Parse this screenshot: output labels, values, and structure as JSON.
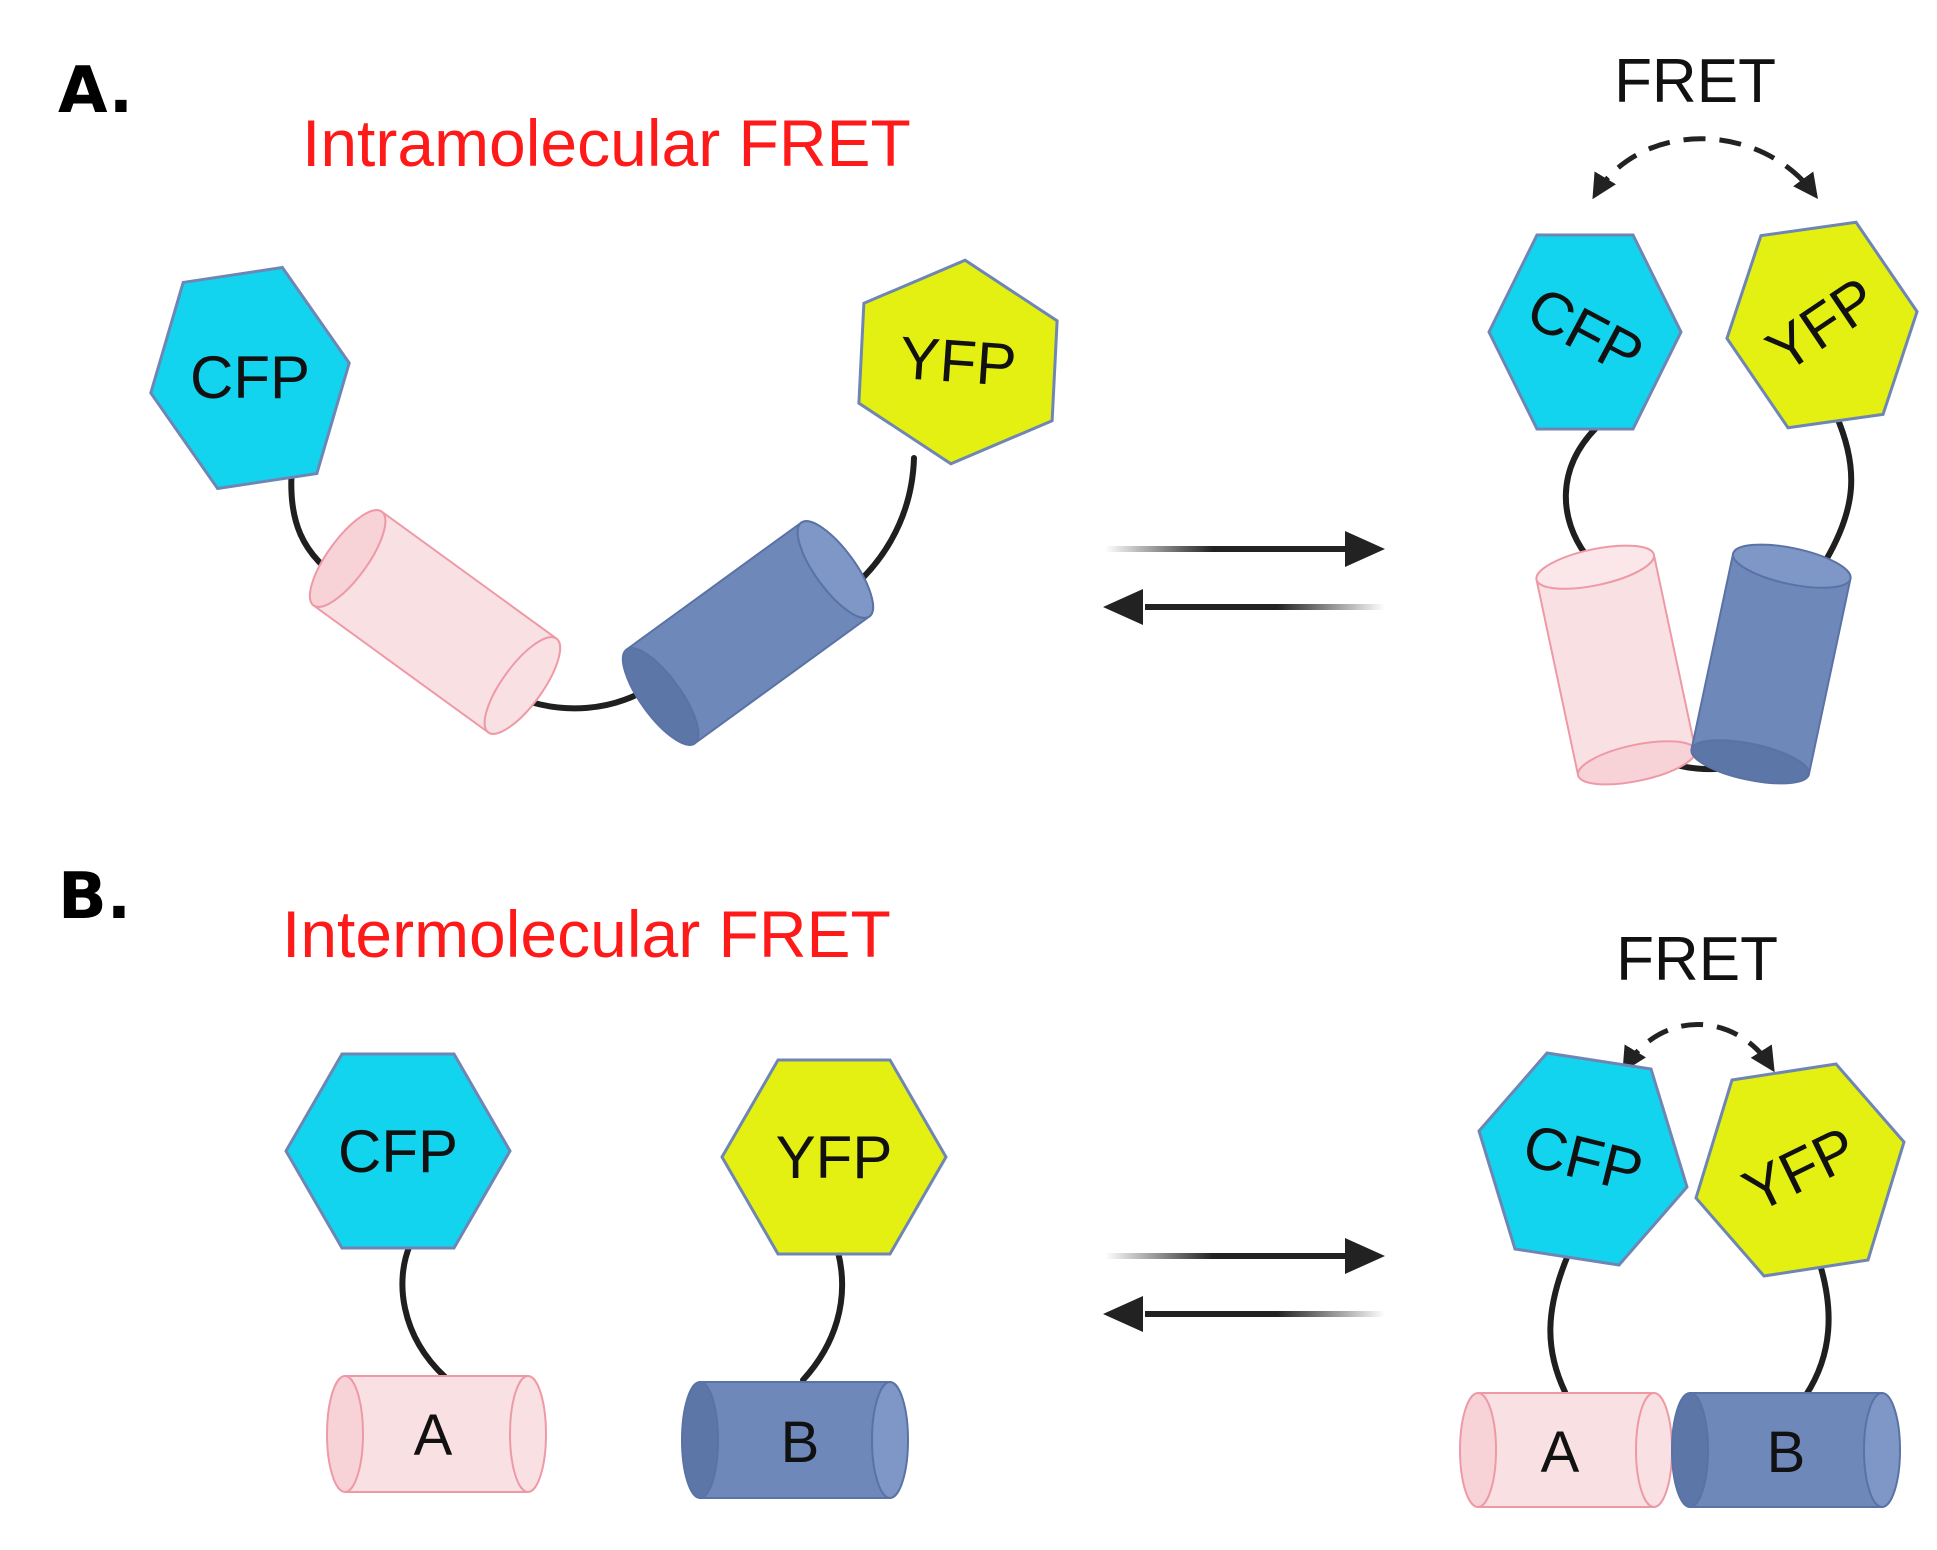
{
  "panel_a": {
    "letter": "A.",
    "title": "Intramolecular FRET",
    "fret_label": "FRET",
    "cfp_label": "CFP",
    "yfp_label": "YFP"
  },
  "panel_b": {
    "letter": "B.",
    "title": "Intermolecular FRET",
    "fret_label": "FRET",
    "cfp_label": "CFP",
    "yfp_label": "YFP",
    "cyl_a_label": "A",
    "cyl_b_label": "B"
  },
  "colors": {
    "title_red": "#ff1a1a",
    "cfp_fill": "#12d4ee",
    "yfp_fill": "#e4f012",
    "hex_stroke": "#6f86b5",
    "pink_fill": "#f9e1e3",
    "pink_stroke": "#ee9aa6",
    "blue_fill": "#6f88ba",
    "blue_dark": "#5d76a8",
    "blue_stroke": "#5a72a5",
    "linker": "#1f1f1f"
  }
}
